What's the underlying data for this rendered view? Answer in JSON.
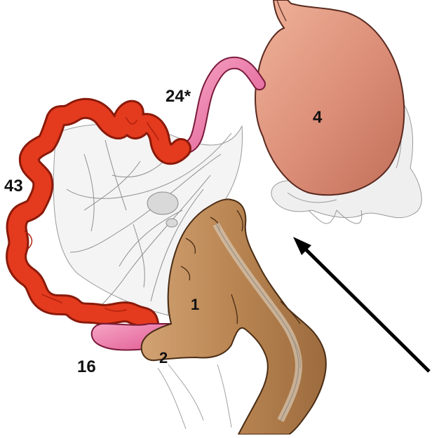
{
  "figure": {
    "labels": {
      "duodenal_jejunal_segment": "24*",
      "stomach": "4",
      "jejunum": "43",
      "colon_segment_1": "1",
      "colon_segment_2": "2",
      "ileal_segment": "16"
    }
  },
  "colors": {
    "stomach_fill": "#d98a74",
    "stomach_outline": "#5a2a20",
    "small_bowel_red": "#e43a1e",
    "small_bowel_outline": "#8a1a0a",
    "pink_segment": "#e86aa0",
    "colon_fill": "#b98552",
    "colon_outline": "#4a2d15",
    "mesentery_line": "#9a9a9a",
    "arrow": "#000000"
  },
  "icons": [
    "pointer-arrow"
  ]
}
